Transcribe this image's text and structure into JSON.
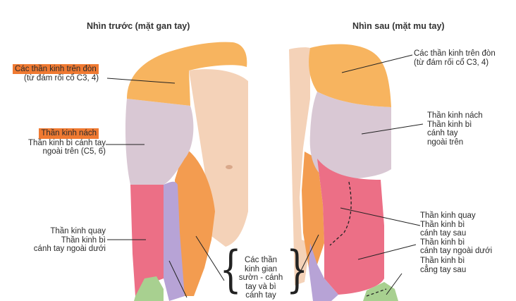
{
  "front_view": {
    "title": "Nhìn trước (mặt gan tay)",
    "labels": {
      "supraclavicular_1": "Các thần kinh trên đòn",
      "supraclavicular_2": "(từ đám rối cổ C3, 4)",
      "axillary": "Thần kinh nách",
      "upper_lateral_1": "Thần kinh bì cánh tay",
      "upper_lateral_2": "ngoài trên (C5, 6)",
      "radial_1": "Thần kinh quay",
      "radial_2": "Thần kinh bì",
      "radial_3": "cánh tay ngoài dưới"
    },
    "highlight_color": "#f07a32"
  },
  "back_view": {
    "title": "Nhìn sau (mặt mu tay)",
    "labels": {
      "supraclavicular_1": "Các thần kinh trên đòn",
      "supraclavicular_2": "(từ đám rối cổ C3, 4)",
      "axillary_1": "Thần kinh nách",
      "axillary_2": "Thần kinh bì",
      "axillary_3": "cánh tay",
      "axillary_4": "ngoài trên",
      "radial_1": "Thần kinh quay",
      "radial_2": "Thần kinh bì",
      "radial_3": "cánh tay sau",
      "radial_4": "Thần kinh bì",
      "radial_5": "cánh tay ngoài dưới",
      "forearm_1": "Thần kinh bì",
      "forearm_2": "cẳng tay sau"
    }
  },
  "center_label": {
    "lines": [
      "Các thần",
      "kinh gian",
      "sườn - cánh",
      "tay và bì",
      "cánh tay"
    ]
  },
  "colors": {
    "supraclavicular": "#f7b45f",
    "axillary": "#d9c8d4",
    "radial": "#ec6f86",
    "medial": "#b7a3d6",
    "musculocutaneous": "#a8d090",
    "intercostal": "#f39c50",
    "skin": "#f4d2b8"
  }
}
